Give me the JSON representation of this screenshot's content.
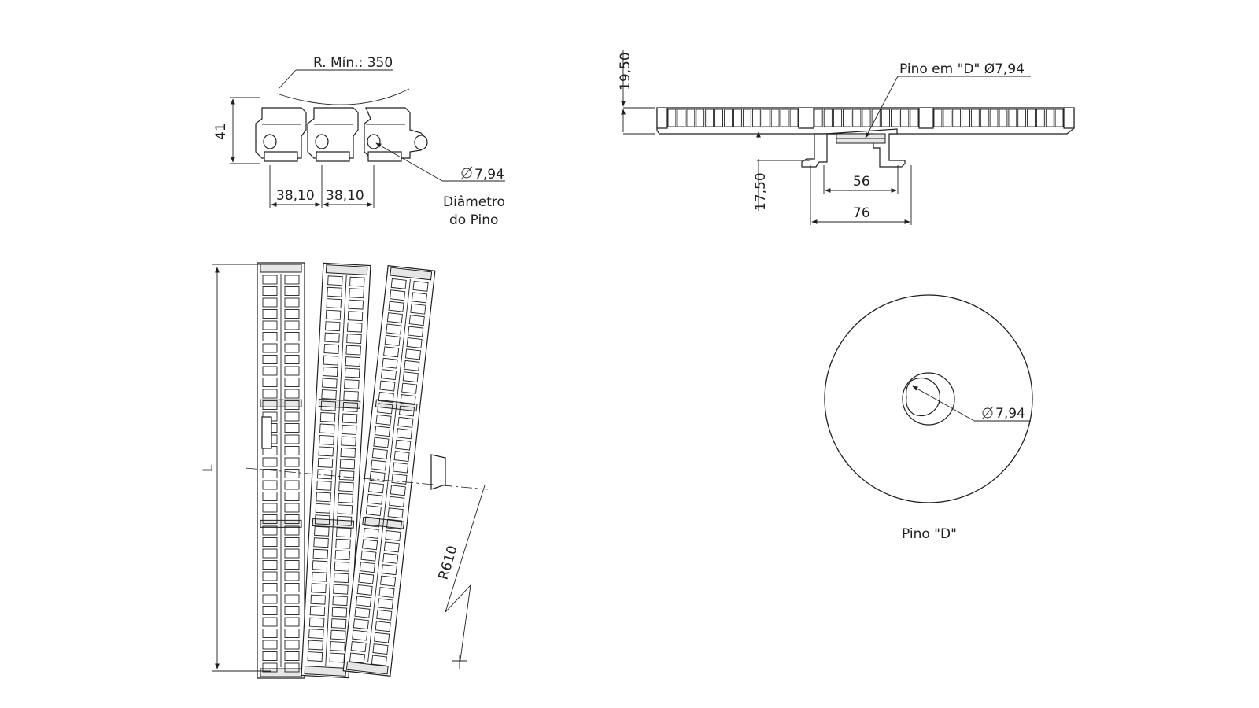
{
  "labels": {
    "min_radius": "R. Mín.: 350",
    "height_41": "41",
    "pitch_1": "38,10",
    "pitch_2": "38,10",
    "pin_dia_side": "7,94",
    "pin_caption_1": "Diâmetro",
    "pin_caption_2": "do Pino",
    "height_1950": "19,50",
    "d_pin": "Pino em \"D\" Ø7,94",
    "height_1750": "17,50",
    "width_56": "56",
    "width_76": "76",
    "length_L": "L",
    "radius_610": "R610",
    "pin_dia_detail": "7,94",
    "pin_d_title": "Pino \"D\""
  }
}
